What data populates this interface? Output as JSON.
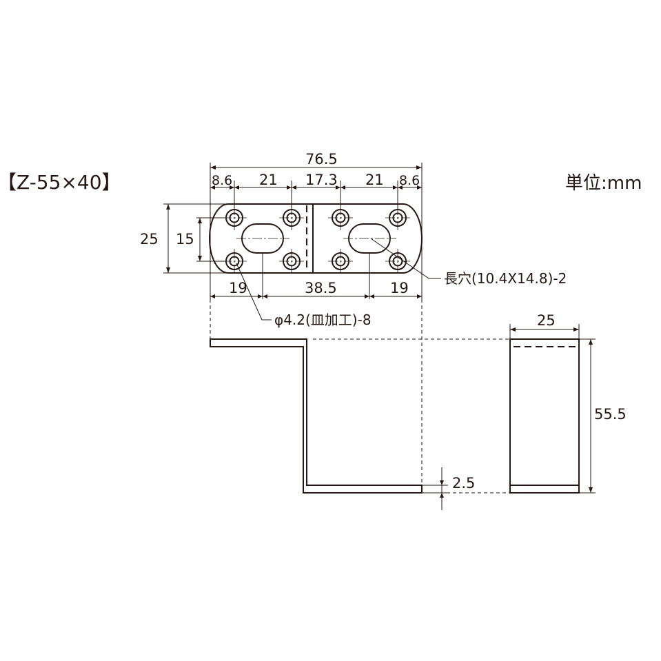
{
  "title": "【Z-55×40】",
  "unit_label": "単位:mm",
  "top_view": {
    "overall_width": "76.5",
    "segments": [
      "8.6",
      "21",
      "17.3",
      "21",
      "8.6"
    ],
    "height": "25",
    "hole_pitch": "15",
    "bottom_dims": [
      "19",
      "38.5",
      "19"
    ]
  },
  "annotations": {
    "slot": "長穴(10.4X14.8)-2",
    "holes": "φ4.2(皿加工)-8"
  },
  "side_view": {
    "thickness": "2.5"
  },
  "end_view": {
    "width": "25",
    "height": "55.5"
  }
}
